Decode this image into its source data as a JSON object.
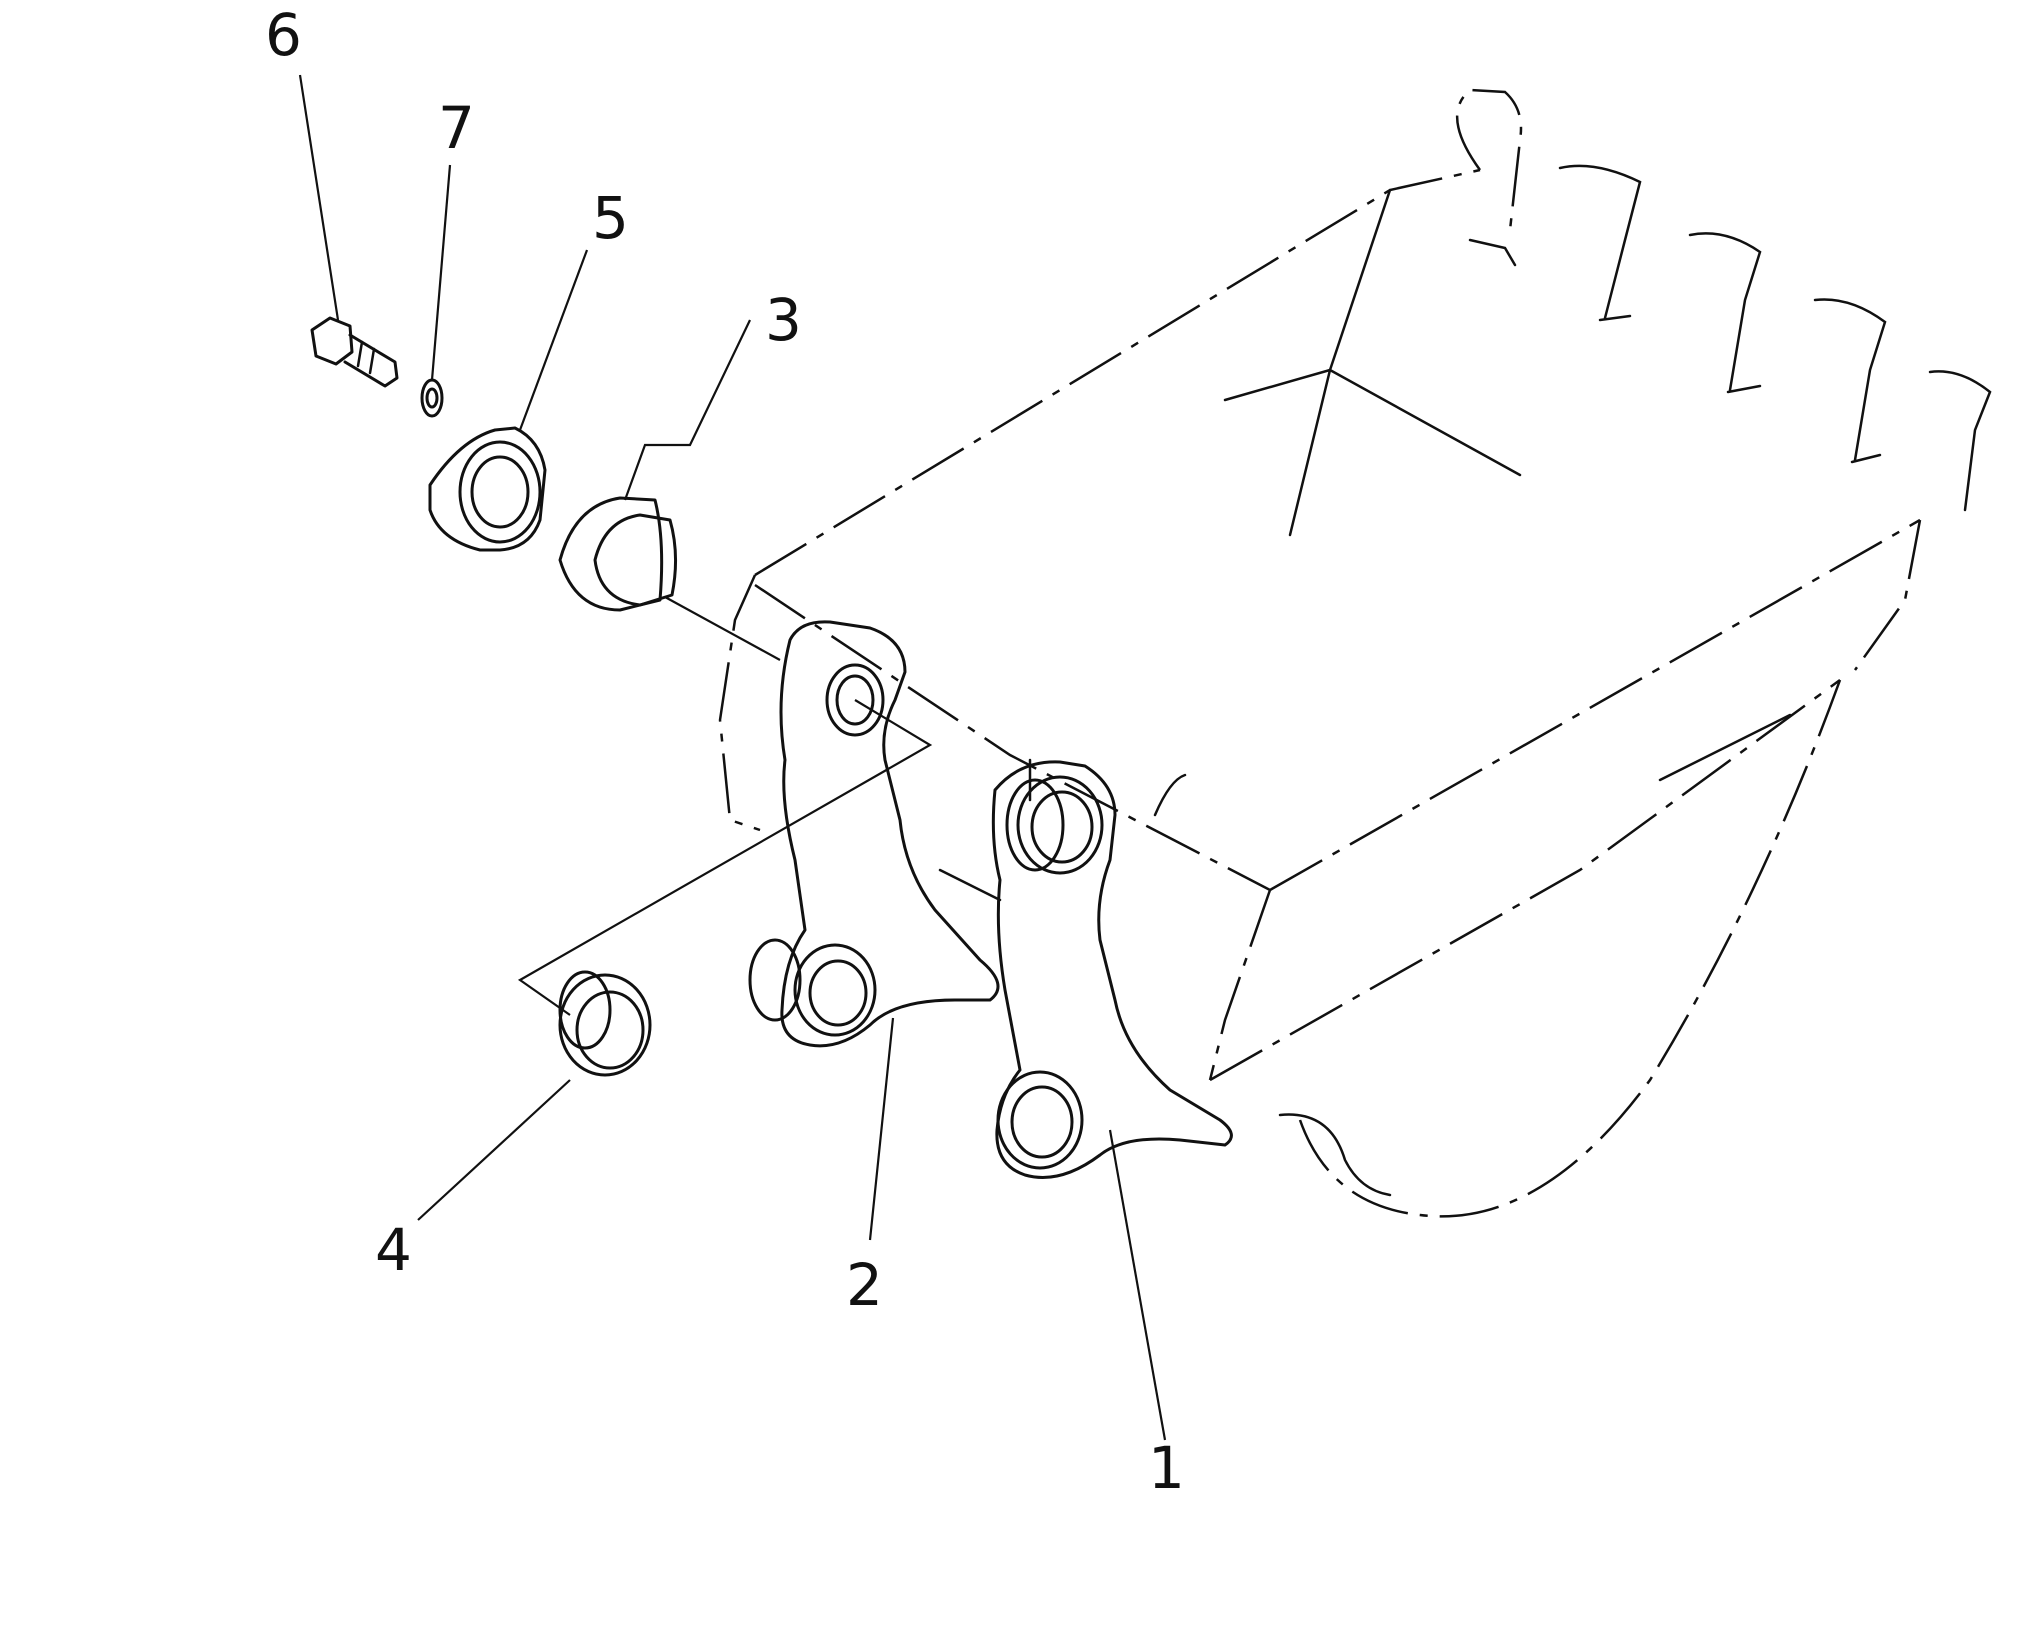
{
  "callouts": [
    {
      "id": "1",
      "label": "1"
    },
    {
      "id": "2",
      "label": "2"
    },
    {
      "id": "3",
      "label": "3"
    },
    {
      "id": "4",
      "label": "4"
    },
    {
      "id": "5",
      "label": "5"
    },
    {
      "id": "6",
      "label": "6"
    },
    {
      "id": "7",
      "label": "7"
    }
  ],
  "colors": {
    "ink": "#111111",
    "background": "#ffffff"
  }
}
